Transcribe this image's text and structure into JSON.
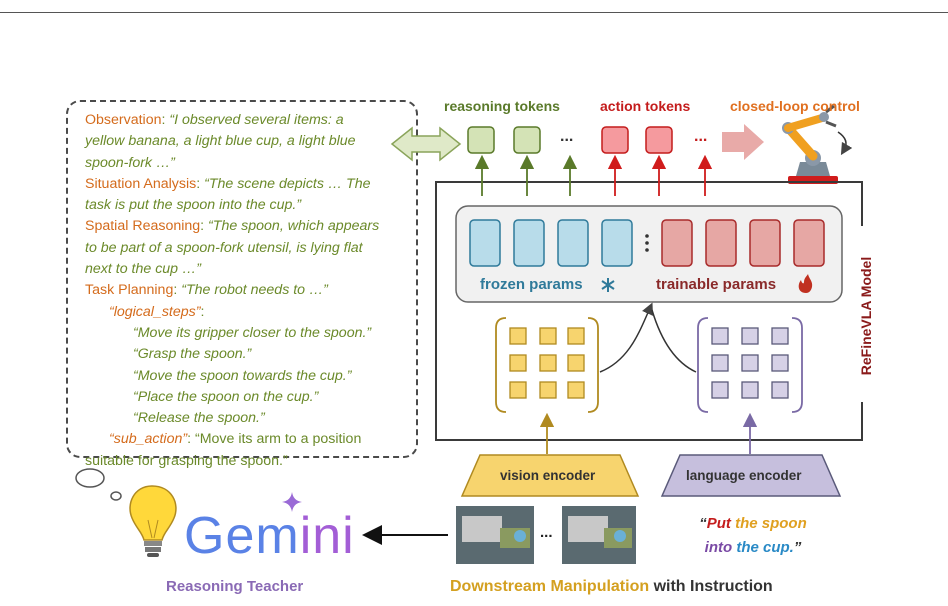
{
  "tokens": {
    "reasoning_label": "reasoning tokens",
    "action_label": "action tokens",
    "ellipsis": "..."
  },
  "control_label": "closed-loop control",
  "model": {
    "name": "ReFineVLA Model",
    "frozen_label": "frozen params",
    "trainable_label": "trainable params",
    "frozen_icon": "snowflake-icon",
    "trainable_icon": "flame-icon"
  },
  "encoders": {
    "vision": "vision encoder",
    "language": "language encoder"
  },
  "reasoning": {
    "observation_label": "Observation",
    "observation_text_1": "“I observed several items: a",
    "observation_text_2": "yellow banana, a light blue cup, a light blue",
    "observation_text_3": "spoon-fork …”",
    "situation_label": "Situation Analysis",
    "situation_text_1": "“The scene depicts … The",
    "situation_text_2": "task is put the spoon into the cup.”",
    "spatial_label": "Spatial Reasoning",
    "spatial_text_1": "“The spoon, which appears",
    "spatial_text_2": "to be part of a spoon-fork utensil, is lying flat",
    "spatial_text_3": "next to the cup …”",
    "task_label": "Task Planning",
    "task_text": "“The robot needs to …”",
    "logical_steps_key": "“logical_steps”",
    "steps": [
      "“Move its gripper closer to the spoon.”",
      "“Grasp the spoon.”",
      "“Move the spoon towards the cup.”",
      "“Place the spoon on the cup.”",
      "“Release the spoon.”"
    ],
    "sub_action_key": "“sub_action”",
    "sub_action_text_1": "“Move its arm to a position",
    "sub_action_text_2": "suitable for grasping the spoon.”"
  },
  "gemini": {
    "logo_main": "Gem",
    "logo_tail": "ini",
    "caption": "Reasoning Teacher"
  },
  "frames_ellipsis": "...",
  "instruction": {
    "open_quote": "“",
    "w1": "Put",
    "w2": "the spoon",
    "w3": "into",
    "w4": "the cup.",
    "close_quote": "”"
  },
  "bottom_caption": {
    "part1": "Downstream Manipulation",
    "part2": "with Instruction"
  },
  "colors": {
    "reasoning_token": "#d4e3b6",
    "action_token": "#f59a9e",
    "frozen": "#b8dcea",
    "trainable": "#e6a7a4",
    "vision": "#f7d46e",
    "language": "#c6bfdd",
    "model_border": "#3a3a3a"
  }
}
